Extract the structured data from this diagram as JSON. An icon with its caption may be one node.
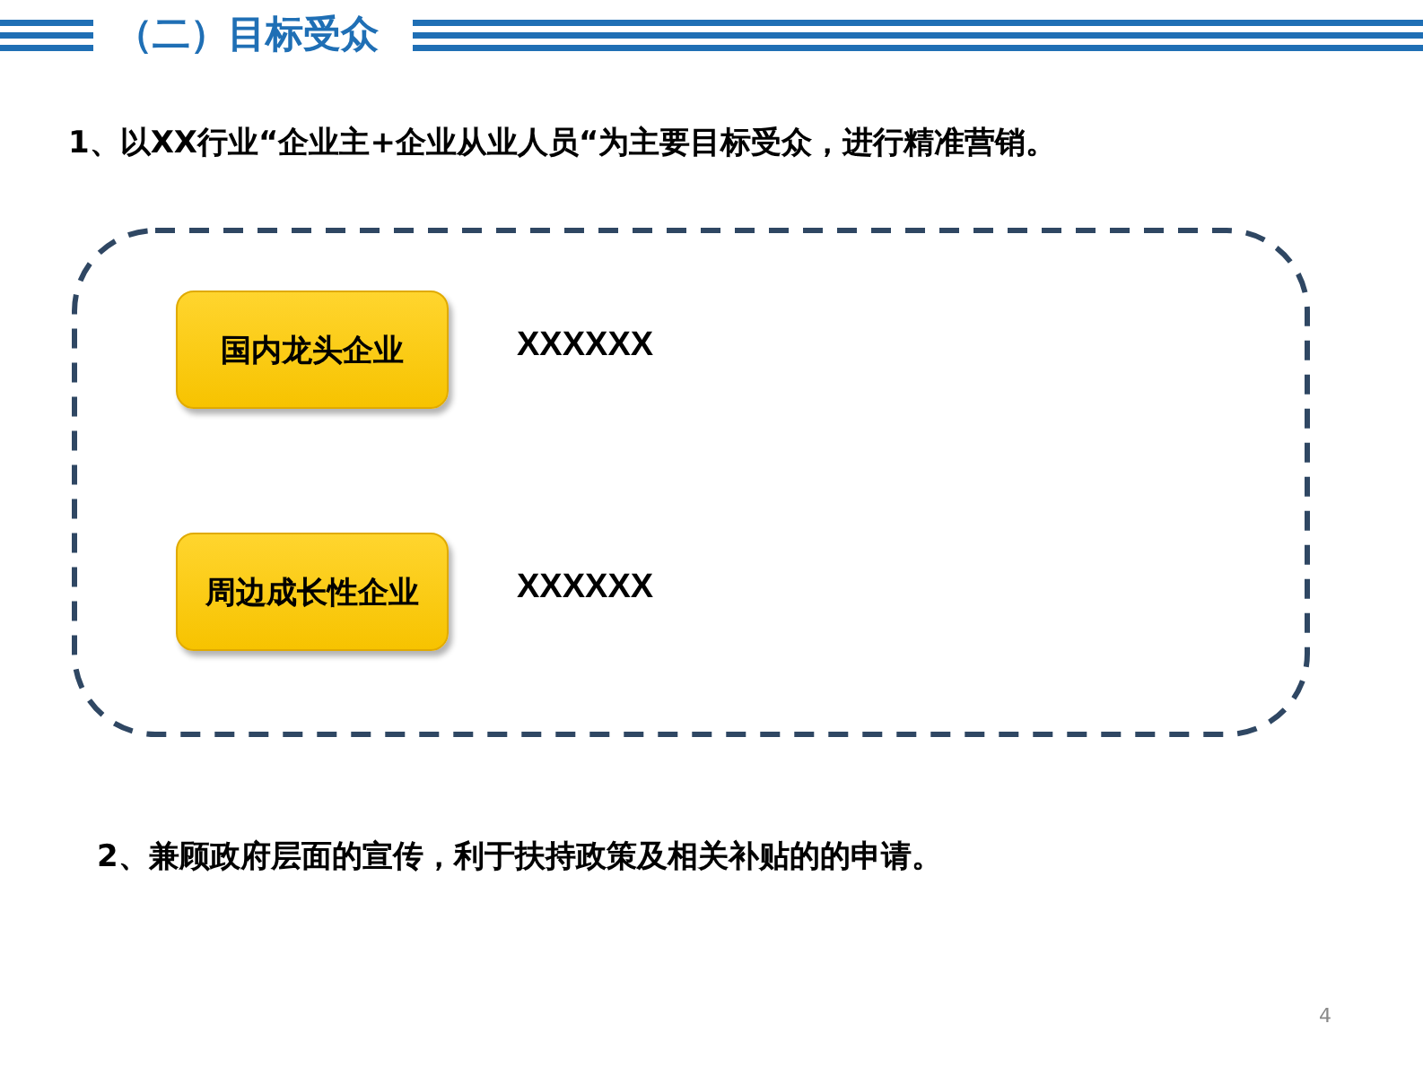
{
  "diagram": {
    "title": "（二）目标受众",
    "nodes": [
      {
        "text": [],
        "shape": "box"
      },
      {
        "text": [
          "国内龙头企业"
        ],
        "in": 0,
        "beside": [
          "XXXXXX"
        ]
      },
      {
        "text": [
          "周边成长性企业"
        ],
        "in": 0,
        "beside": [
          "XXXXXX"
        ]
      }
    ],
    "labels": [
      "1、以XX行业“企业主+企业从业人员“为主要目标受众，进行精准营销。",
      "2、兼顾政府层面的宣传，利于扶持政策及相关补贴的的申请。",
      "4"
    ]
  }
}
